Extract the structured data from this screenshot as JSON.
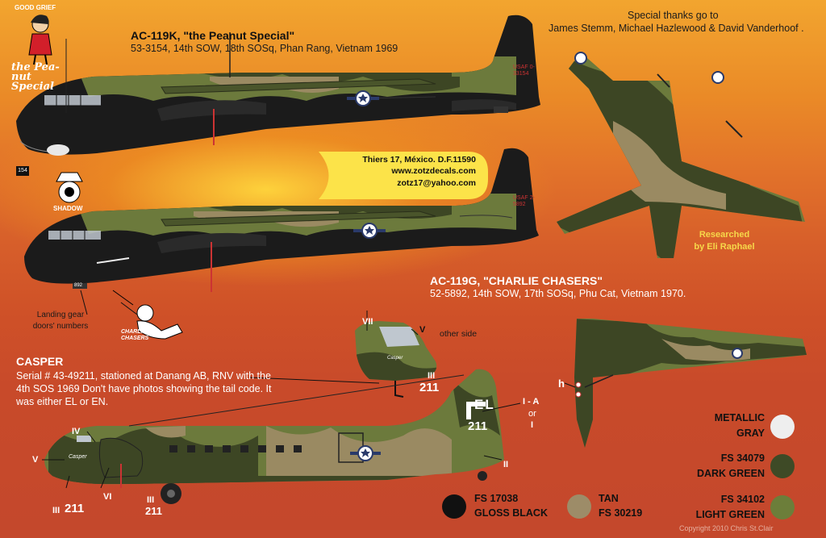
{
  "thanks": {
    "line1": "Special thanks go to",
    "line2": "James Stemm, Michael Hazlewood & David Vanderhoof ."
  },
  "good_grief": "GOOD GRIEF",
  "peanut_logo": "the Pea-nut Special",
  "ac119k": {
    "title": "AC-119K, \"the Peanut Special\"",
    "details": "53-3154, 14th SOW, 18th SOSq,  Phan Rang, Vietnam 1969",
    "tail": "USAF 0-33154",
    "nose_num": "154"
  },
  "shadow_label": "SHADOW",
  "contact": {
    "address": "Thiers 17, México. D.F.11590",
    "web": "www.zotzdecals.com",
    "email": "zotz17@yahoo.com"
  },
  "researched": {
    "line1": "Researched",
    "line2": "by Eli Raphael"
  },
  "ac119g": {
    "title": "AC-119G, \"CHARLIE CHASERS\"",
    "details": "52-5892, 14th SOW, 17th SOSq, Phu Cat, Vietnam 1970.",
    "tail": "USAF 2-5892",
    "nose_num": "892"
  },
  "landing_gear": {
    "line1": "Landing gear",
    "line2": "doors' numbers"
  },
  "charlie_logo": "CHARLIE CHASERS",
  "other_side": "other side",
  "casper": {
    "title": "CASPER",
    "line1": "Serial # 43-49211, stationed at Danang AB, RNV with the",
    "line2": "4th SOS 1969 Don't have photos showing the tail code. It",
    "line3": "was either EL or EN.",
    "nose_name": "Casper"
  },
  "markers": {
    "vii": "VII",
    "v": "V",
    "iv": "IV",
    "iii": "III",
    "vi": "VI",
    "ii": "II",
    "i_a": "I - A",
    "or": "or",
    "i": "I",
    "h": "h",
    "num211": "211",
    "tail_code": "EL",
    "tail_num": "211"
  },
  "swatches": {
    "metallic": {
      "line1": "METALLIC",
      "line2": "GRAY",
      "color": "#eeeeee"
    },
    "dark_green": {
      "line1": "FS  34079",
      "line2": "DARK GREEN",
      "color": "#3e4a26"
    },
    "light_green": {
      "line1": "FS  34102",
      "line2": "LIGHT GREEN",
      "color": "#6c7e3a"
    },
    "black": {
      "line1": "FS  17038",
      "line2": "GLOSS BLACK",
      "color": "#111111"
    },
    "tan": {
      "line1": "TAN",
      "line2": "FS  30219",
      "color": "#9d8c68"
    }
  },
  "copyright": "Copyright 2010 Chris St.Clair",
  "colors": {
    "bg_top": "#f2a52f",
    "bg_bottom": "#c4482c",
    "highlight": "#ffd83c",
    "title_yellow": "#f6d84a"
  }
}
